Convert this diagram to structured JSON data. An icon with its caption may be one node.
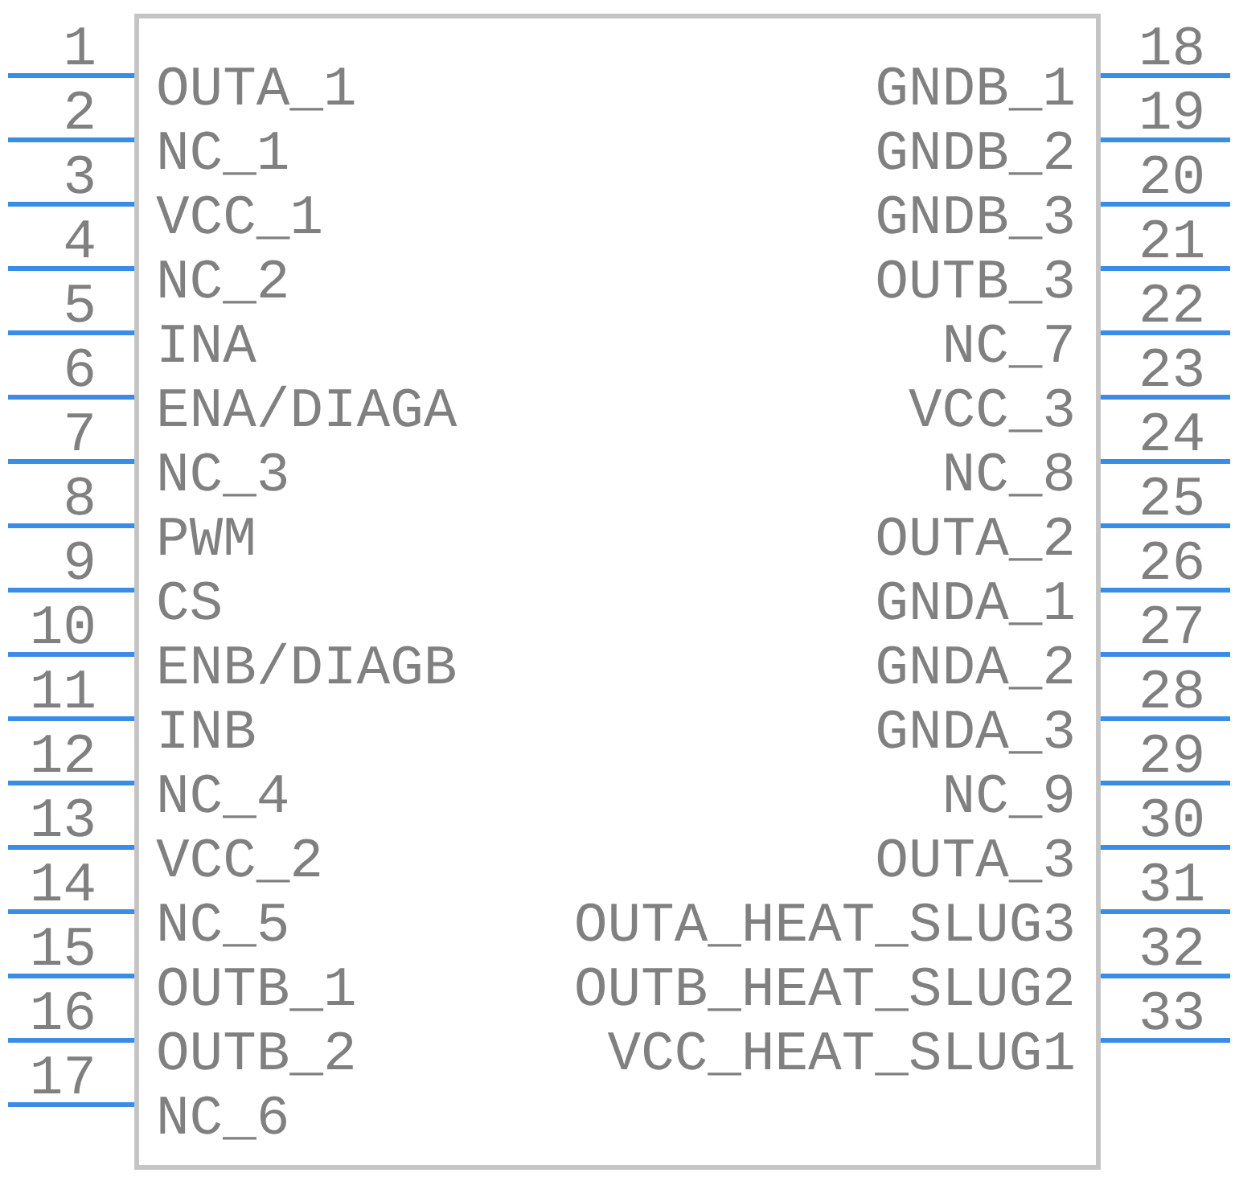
{
  "diagram": {
    "nodes": [
      {
        "text": [
          "OUTA_1",
          "NC_1",
          "VCC_1",
          "NC_2",
          "INA",
          "ENA/DIAGA",
          "NC_3",
          "PWM",
          "CS",
          "ENB/DIAGB",
          "INB",
          "NC_4",
          "VCC_2",
          "NC_5",
          "OUTB_1",
          "OUTB_2",
          "NC_6",
          "GNDB_1",
          "GNDB_2",
          "GNDB_3",
          "OUTB_3",
          "NC_7",
          "VCC_3",
          "NC_8",
          "OUTA_2",
          "GNDA_1",
          "GNDA_2",
          "GNDA_3",
          "NC_9",
          "OUTA_3",
          "OUTA_HEAT_SLUG3",
          "OUTB_HEAT_SLUG2",
          "VCC_HEAT_SLUG1"
        ]
      }
    ],
    "labels": [
      "1",
      "2",
      "3",
      "4",
      "5",
      "6",
      "7",
      "8",
      "9",
      "10",
      "11",
      "12",
      "13",
      "14",
      "15",
      "16",
      "17",
      "18",
      "19",
      "20",
      "21",
      "22",
      "23",
      "24",
      "25",
      "26",
      "27",
      "28",
      "29",
      "30",
      "31",
      "32",
      "33"
    ]
  }
}
